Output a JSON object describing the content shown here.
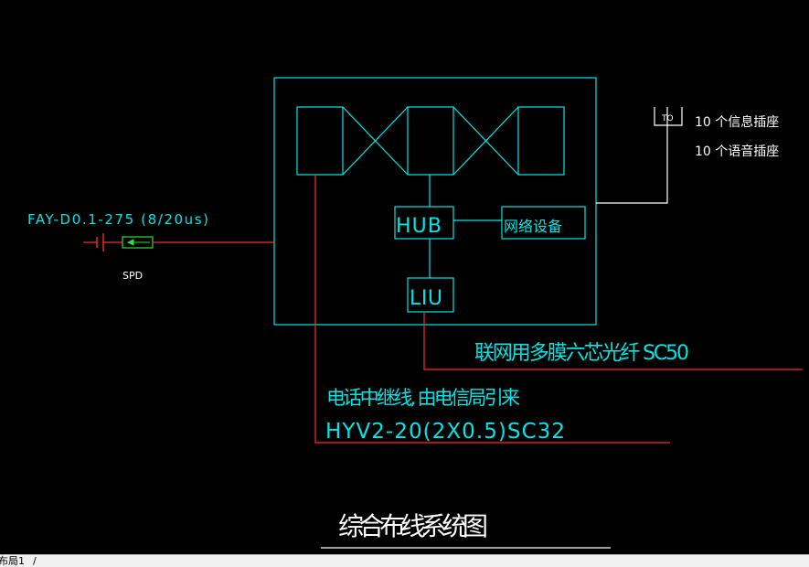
{
  "diagram": {
    "spd_label": "FAY-D0.1-275 (8/20us)",
    "spd_caption": "SPD",
    "hub_label": "HUB",
    "liu_label": "LIU",
    "network_device_label": "网络设备",
    "outlet_symbol_label": "TO",
    "outlet_info_line": "10 个信息插座",
    "outlet_voice_line": "10 个语音插座",
    "fiber_label": "联网用多膜六芯光纤 SC50",
    "phone_trunk_line1": "电话中继线, 由电信局引来",
    "phone_trunk_line2": "HYV2-20(2X0.5)SC32",
    "title": "综合布线系统图"
  },
  "tabs": {
    "active_tab": "布局1",
    "separator": "/"
  },
  "colors": {
    "background": "#000000",
    "cyan": "#00e5e5",
    "red": "#ff2a2a",
    "green": "#33dd33",
    "white": "#ffffff"
  }
}
